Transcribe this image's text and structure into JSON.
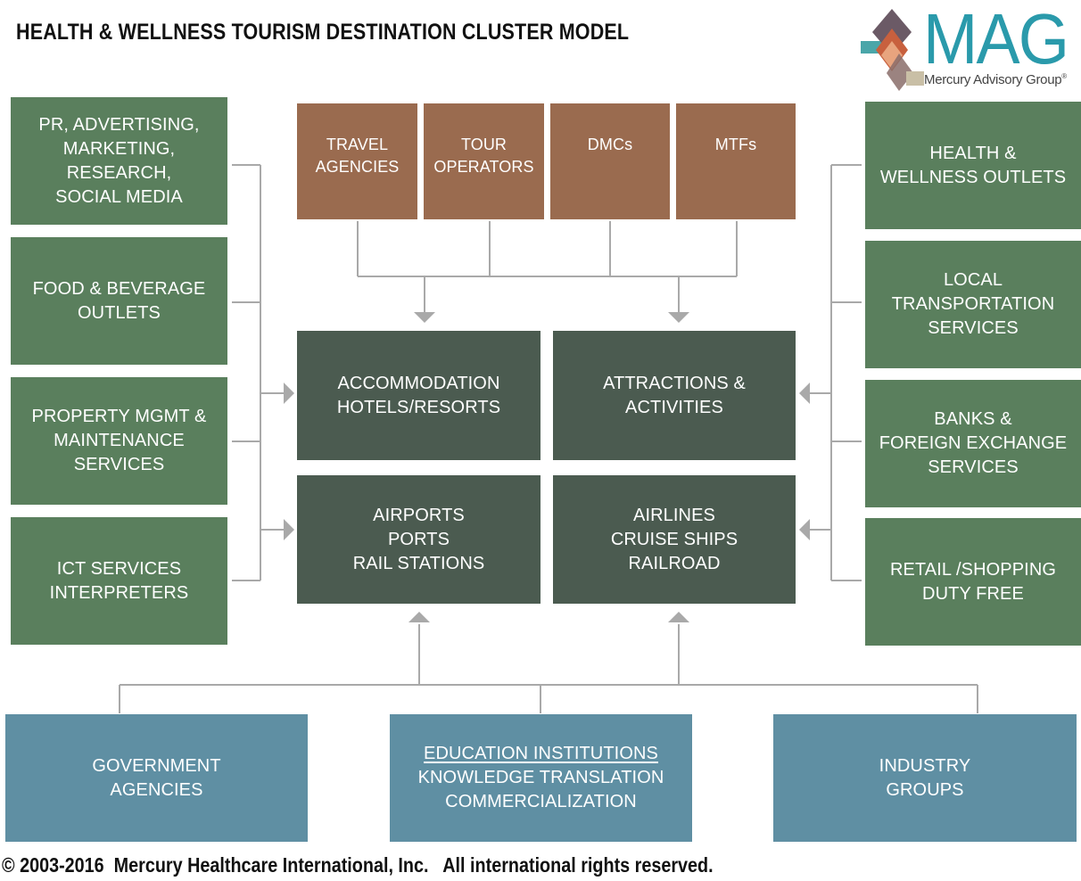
{
  "title": "HEALTH & WELLNESS TOURISM DESTINATION CLUSTER MODEL",
  "logo": {
    "text": "MAG",
    "subtitle": "Mercury Advisory Group",
    "mark": "®"
  },
  "footer": "© 2003-2016  Mercury Healthcare International, Inc.   All international rights reserved.",
  "colors": {
    "green": "#5a7f5d",
    "brown": "#9a6b4f",
    "dark": "#4b5b50",
    "blue": "#5f8fa3",
    "connector": "#a9a9a9"
  },
  "left_boxes": [
    {
      "lines": [
        "PR, ADVERTISING,",
        "MARKETING,",
        "RESEARCH,",
        "SOCIAL MEDIA"
      ]
    },
    {
      "lines": [
        "FOOD & BEVERAGE",
        "OUTLETS"
      ]
    },
    {
      "lines": [
        "PROPERTY MGMT &",
        "MAINTENANCE",
        "SERVICES"
      ]
    },
    {
      "lines": [
        "ICT SERVICES",
        "INTERPRETERS"
      ]
    }
  ],
  "top_boxes": [
    {
      "lines": [
        "TRAVEL",
        "AGENCIES"
      ]
    },
    {
      "lines": [
        "TOUR",
        "OPERATORS"
      ]
    },
    {
      "lines": [
        "DMCs"
      ]
    },
    {
      "lines": [
        "MTFs"
      ]
    }
  ],
  "center_boxes": [
    {
      "lines": [
        "ACCOMMODATION",
        "HOTELS/RESORTS"
      ]
    },
    {
      "lines": [
        "ATTRACTIONS &",
        "ACTIVITIES"
      ]
    },
    {
      "lines": [
        "AIRPORTS",
        "PORTS",
        "RAIL STATIONS"
      ]
    },
    {
      "lines": [
        "AIRLINES",
        "CRUISE SHIPS",
        "RAILROAD"
      ]
    }
  ],
  "right_boxes": [
    {
      "lines": [
        "HEALTH &",
        "WELLNESS OUTLETS"
      ]
    },
    {
      "lines": [
        "LOCAL",
        "TRANSPORTATION",
        "SERVICES"
      ]
    },
    {
      "lines": [
        "BANKS &",
        "FOREIGN EXCHANGE",
        "SERVICES"
      ]
    },
    {
      "lines": [
        "RETAIL /SHOPPING",
        "DUTY FREE"
      ]
    }
  ],
  "bottom_boxes": [
    {
      "lines": [
        "GOVERNMENT",
        "AGENCIES"
      ]
    },
    {
      "lines": [
        "EDUCATION INSTITUTIONS",
        "KNOWLEDGE TRANSLATION",
        "COMMERCIALIZATION"
      ]
    },
    {
      "lines": [
        "INDUSTRY",
        "GROUPS"
      ]
    }
  ]
}
